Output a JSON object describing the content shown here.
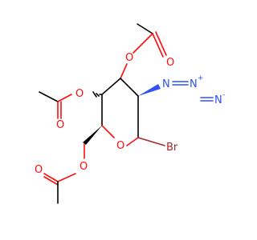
{
  "molecule": {
    "atoms": {
      "o_top_carbonyl": {
        "label": "O",
        "color": "#ff0d0d"
      },
      "o_top_ester": {
        "label": "O",
        "color": "#ff0d0d"
      },
      "o_left_ester": {
        "label": "O",
        "color": "#ff0d0d"
      },
      "o_left_carbonyl": {
        "label": "O",
        "color": "#ff0d0d"
      },
      "o_ring": {
        "label": "O",
        "color": "#ff0d0d"
      },
      "o_bottom_ester": {
        "label": "O",
        "color": "#ff0d0d"
      },
      "o_bottom_carbonyl": {
        "label": "O",
        "color": "#ff0d0d"
      },
      "br": {
        "label": "Br",
        "color": "#a62929"
      },
      "n1": {
        "label": "N",
        "color": "#3050f8"
      },
      "n2": {
        "label": "N",
        "color": "#3050f8",
        "charge": "+"
      },
      "n3": {
        "label": "N",
        "color": "#3050f8",
        "charge": "-"
      }
    }
  }
}
